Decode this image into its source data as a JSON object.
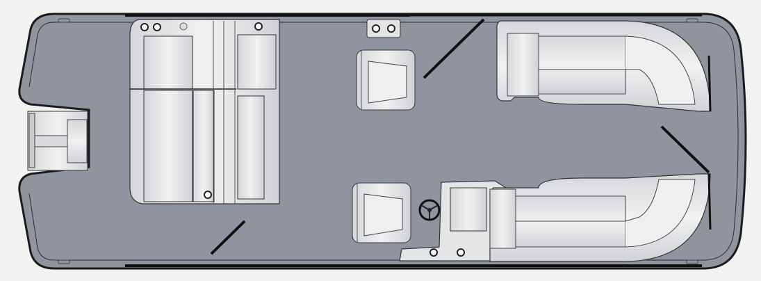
{
  "diagram": {
    "type": "boat-floor-plan",
    "colors": {
      "background": "#f2f2f2",
      "deck": "#90949e",
      "outline": "#1b1b1b",
      "upholstery": "#e6e7e9",
      "upholstery_shade": "#c9cbcf",
      "gate": "#111111"
    },
    "components": [
      {
        "name": "stern-swim-platform-seat",
        "icon": "seat-icon"
      },
      {
        "name": "aft-lounge",
        "icon": "lounge-icon"
      },
      {
        "name": "port-captain-chair",
        "icon": "chair-icon"
      },
      {
        "name": "starboard-helm-chair",
        "icon": "chair-icon"
      },
      {
        "name": "helm-console",
        "icon": "console-icon"
      },
      {
        "name": "steering-wheel",
        "icon": "steering-wheel-icon"
      },
      {
        "name": "bow-port-couch",
        "icon": "couch-icon"
      },
      {
        "name": "bow-starboard-couch",
        "icon": "couch-icon"
      },
      {
        "name": "gates",
        "icon": "gate-icon"
      }
    ]
  }
}
